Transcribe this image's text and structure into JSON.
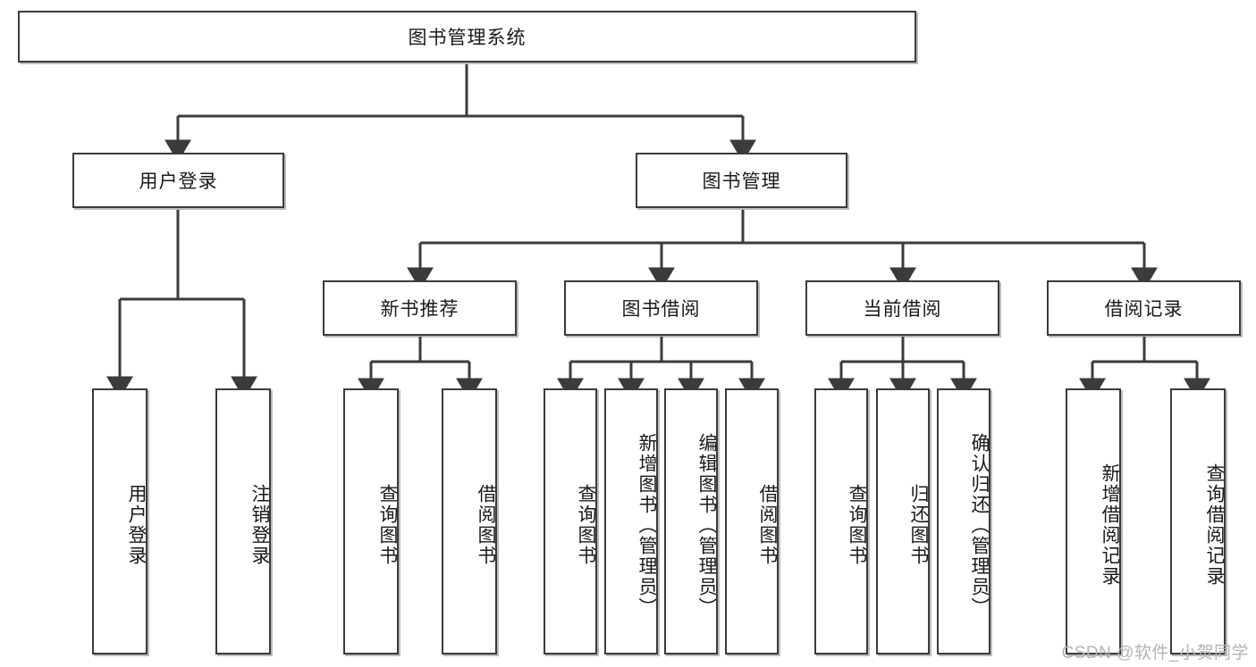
{
  "diagram": {
    "title": "图书管理系统",
    "watermark": "CSDN @软件_小贺同学",
    "stroke_color": "#3b3b3b",
    "text_color": "#1a1a1a",
    "background_color": "#ffffff",
    "type": "tree-hierarchy",
    "orientation": "top-down"
  },
  "nodes": {
    "root": {
      "label": "图书管理系统",
      "level": 0
    },
    "l1": [
      {
        "id": "user_login",
        "label": "用户登录",
        "level": 1
      },
      {
        "id": "book_manage",
        "label": "图书管理",
        "level": 1
      }
    ],
    "l2": [
      {
        "id": "new_book_rec",
        "label": "新书推荐",
        "level": 2,
        "parent": "book_manage"
      },
      {
        "id": "book_borrow",
        "label": "图书借阅",
        "level": 2,
        "parent": "book_manage"
      },
      {
        "id": "current_borrow",
        "label": "当前借阅",
        "level": 2,
        "parent": "book_manage"
      },
      {
        "id": "borrow_record",
        "label": "借阅记录",
        "level": 2,
        "parent": "book_manage"
      }
    ],
    "leaves": [
      {
        "id": "leaf_user_login",
        "label": "用户登录",
        "parent": "user_login"
      },
      {
        "id": "leaf_logout",
        "label": "注销登录",
        "parent": "user_login"
      },
      {
        "id": "leaf_query_book_1",
        "label": "查询图书",
        "parent": "new_book_rec"
      },
      {
        "id": "leaf_borrow_book_1",
        "label": "借阅图书",
        "parent": "new_book_rec"
      },
      {
        "id": "leaf_query_book_2",
        "label": "查询图书",
        "parent": "book_borrow"
      },
      {
        "id": "leaf_add_book",
        "label": "新增图书（管理员）",
        "parent": "book_borrow"
      },
      {
        "id": "leaf_edit_book",
        "label": "编辑图书（管理员）",
        "parent": "book_borrow"
      },
      {
        "id": "leaf_borrow_book_2",
        "label": "借阅图书",
        "parent": "book_borrow"
      },
      {
        "id": "leaf_query_book_3",
        "label": "查询图书",
        "parent": "current_borrow"
      },
      {
        "id": "leaf_return_book",
        "label": "归还图书",
        "parent": "current_borrow"
      },
      {
        "id": "leaf_confirm_return",
        "label": "确认归还（管理员）",
        "parent": "current_borrow"
      },
      {
        "id": "leaf_add_record",
        "label": "新增借阅记录",
        "parent": "borrow_record"
      },
      {
        "id": "leaf_query_record",
        "label": "查询借阅记录",
        "parent": "borrow_record"
      }
    ]
  }
}
